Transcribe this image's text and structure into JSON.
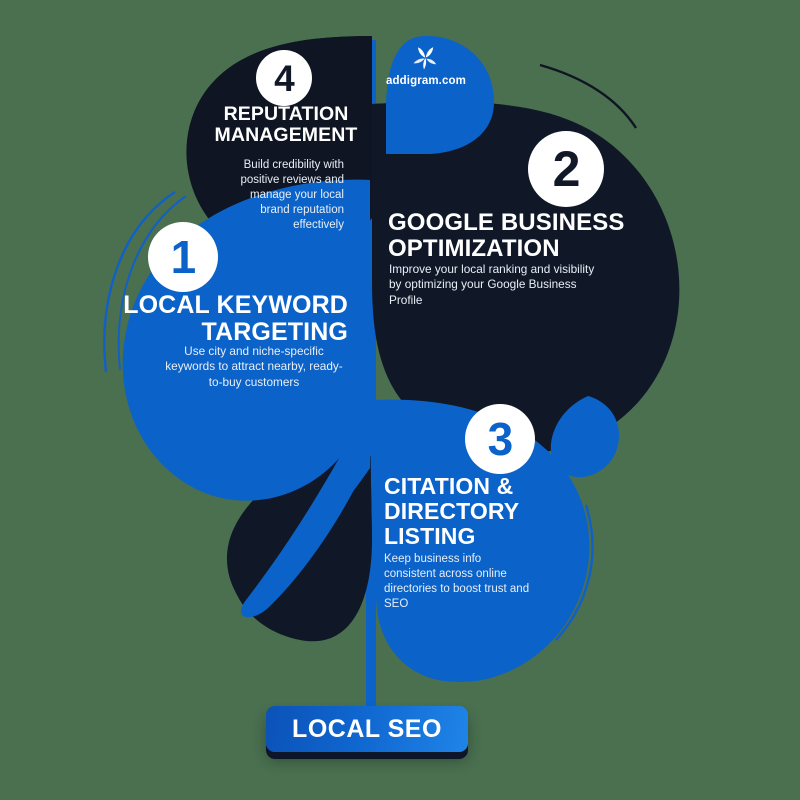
{
  "palette": {
    "background": "#4a7050",
    "blue": "#0b63ca",
    "blue_dark": "#0b52b8",
    "blue_light": "#1f84e8",
    "navy": "#0f1522",
    "navy_deep": "#101828",
    "white": "#ffffff",
    "body_text": "#e9eef5"
  },
  "brand": {
    "name": "addigram.com",
    "mark_icon": "butterfly-leaf-icon",
    "pin_icon": "map-pin-icon"
  },
  "footer": {
    "button_label": "LOCAL SEO"
  },
  "sections": [
    {
      "number": "1",
      "title": "LOCAL KEYWORD TARGETING",
      "body": "Use city and niche-specific keywords to attract nearby, ready-to-buy customers",
      "theme": "blue",
      "name": "local-keyword-targeting"
    },
    {
      "number": "2",
      "title": "GOOGLE BUSINESS OPTIMIZATION",
      "body": "Improve your local ranking and visibility by optimizing your Google Business Profile",
      "theme": "navy",
      "name": "google-business-optimization"
    },
    {
      "number": "3",
      "title": "CITATION & DIRECTORY LISTING",
      "body": "Keep business info consistent across online directories to boost trust and SEO",
      "theme": "blue",
      "name": "citation-directory-listing"
    },
    {
      "number": "4",
      "title": "REPUTATION MANAGEMENT",
      "body": "Build credibility with positive reviews and manage your local brand reputation effectively",
      "theme": "navy",
      "name": "reputation-management"
    }
  ]
}
